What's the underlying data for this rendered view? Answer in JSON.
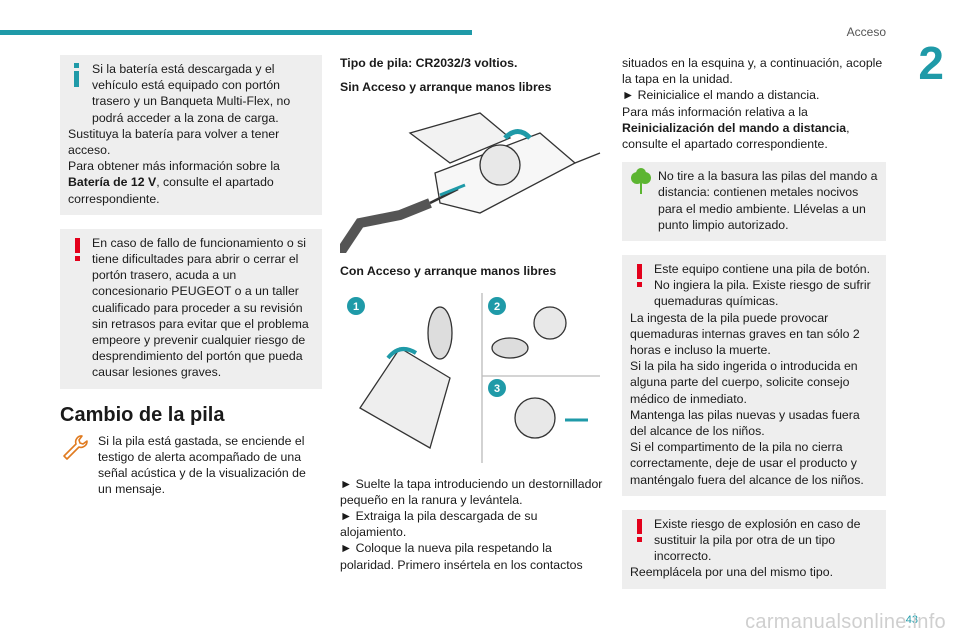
{
  "header": {
    "section": "Acceso",
    "chapter": "2"
  },
  "col1": {
    "info_box": {
      "line1": "Si la batería está descargada y el vehículo está equipado con portón trasero y un Banqueta Multi-Flex, no podrá acceder a la zona de carga.",
      "line2": "Sustituya la batería para volver a tener acceso.",
      "line3a": "Para obtener más información sobre la ",
      "line3b": "Batería de 12 V",
      "line3c": ", consulte el apartado correspondiente."
    },
    "warning_box": {
      "text": "En caso de fallo de funcionamiento o si tiene dificultades para abrir o cerrar el portón trasero, acuda a un concesionario PEUGEOT o a un taller cualificado para proceder a su revisión sin retrasos para evitar que el problema empeore y prevenir cualquier riesgo de desprendimiento del portón que pueda causar lesiones graves."
    },
    "heading": "Cambio de la pila",
    "service_text": "Si la pila está gastada, se enciende el testigo de alerta acompañado de una señal acústica y de la visualización de un mensaje."
  },
  "col2": {
    "battery_type": "Tipo de pila: CR2032/3 voltios.",
    "sub1": "Sin Acceso y arranque manos libres",
    "sub2": "Con Acceso y arranque manos libres",
    "steps": {
      "badge1": "1",
      "badge2": "2",
      "badge3": "3"
    },
    "step1": "► Suelte la tapa introduciendo un destornillador pequeño en la ranura y levántela.",
    "step2": "► Extraiga la pila descargada de su alojamiento.",
    "step3": "► Coloque la nueva pila respetando la polaridad. Primero insértela en los contactos"
  },
  "col3": {
    "cont": "situados en la esquina y, a continuación, acople la tapa en la unidad.",
    "step4": "► Reinicialice el mando a distancia.",
    "ref_a": "Para más información relativa a la ",
    "ref_b": "Reinicialización del mando a distancia",
    "ref_c": ", consulte el apartado correspondiente.",
    "eco_box": "No tire a la basura las pilas del mando a distancia: contienen metales nocivos para el medio ambiente. Llévelas a un punto limpio autorizado.",
    "danger_box": {
      "l1": "Este equipo contiene una pila de botón. No ingiera la pila. Existe riesgo de sufrir quemaduras químicas.",
      "l2": "La ingesta de la pila puede provocar quemaduras internas graves en tan sólo 2 horas e incluso la muerte.",
      "l3": "Si la pila ha sido ingerida o introducida en alguna parte del cuerpo, solicite consejo médico de inmediato.",
      "l4": "Mantenga las pilas nuevas y usadas fuera del alcance de los niños.",
      "l5": "Si el compartimento de la pila no cierra correctamente, deje de usar el producto y manténgalo fuera del alcance de los niños."
    },
    "explosion_box": {
      "l1": "Existe riesgo de explosión en caso de sustituir la pila por otra de un tipo incorrecto.",
      "l2": "Reemplácela por una del mismo tipo."
    }
  },
  "footer": {
    "page": "43",
    "url": "carmanualsonline.info"
  },
  "colors": {
    "accent": "#1f9aa8",
    "warning": "#e3001b",
    "eco": "#5cb531",
    "box_bg": "#eeeeee"
  },
  "icons": [
    "info-icon",
    "warning-icon",
    "service-wrench-icon",
    "eco-leaf-icon"
  ]
}
